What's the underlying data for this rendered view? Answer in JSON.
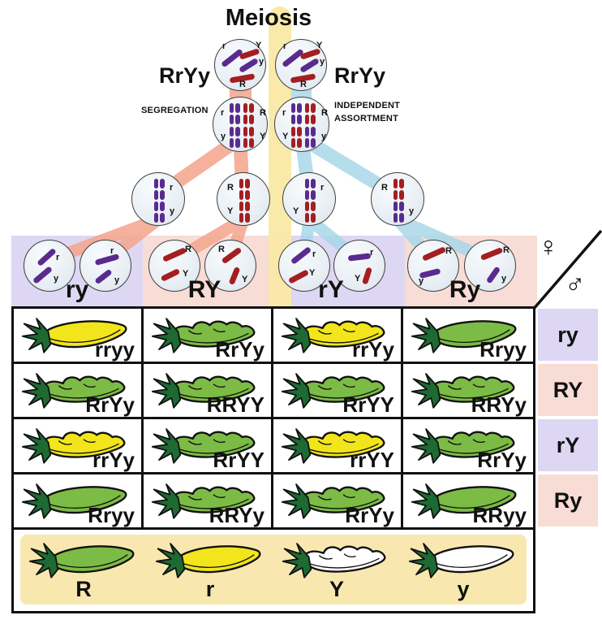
{
  "title": "Meiosis",
  "parents": {
    "left_label": "RrYy",
    "right_label": "RrYy"
  },
  "process": {
    "segregation": "SEGREGATION",
    "independent_line1": "INDEPENDENT",
    "independent_line2": "ASSORTMENT"
  },
  "axis": {
    "female_symbol": "♀",
    "male_symbol": "♂"
  },
  "colors": {
    "purple": "#592b8e",
    "red": "#a41e22",
    "lavender": "#ddd7f3",
    "pink": "#f8dcd6",
    "yellow_band": "#fae9a5",
    "salmon": "#f4a78f",
    "blue": "#a9d8e8",
    "legend_bg": "#f8e8af",
    "pea_green": "#7cbb45",
    "pod_yellow": "#f2e51c",
    "pod_white": "#ffffff",
    "leaf_green": "#1d6a33"
  },
  "parent_cell": {
    "alleles": [
      "r",
      "Y",
      "y",
      "R"
    ]
  },
  "segregation_cells": [
    {
      "slots": [
        "r",
        "R",
        "y",
        "Y"
      ]
    },
    {
      "slots": [
        "r",
        "R",
        "Y",
        "y"
      ]
    }
  ],
  "dyad_cells": [
    {
      "top": "r",
      "bottom": "y",
      "top_side": "right",
      "bottom_side": "right"
    },
    {
      "top": "R",
      "bottom": "Y",
      "top_side": "left",
      "bottom_side": "left"
    },
    {
      "top": "r",
      "bottom": "Y",
      "top_side": "right",
      "bottom_side": "left"
    },
    {
      "top": "R",
      "bottom": "y",
      "top_side": "left",
      "bottom_side": "right"
    }
  ],
  "gametes": {
    "groups": [
      {
        "label": "ry",
        "band": "lavender",
        "cell_alleles": [
          [
            "r",
            "y"
          ],
          [
            "r",
            "y"
          ]
        ]
      },
      {
        "label": "RY",
        "band": "pink",
        "cell_alleles": [
          [
            "R",
            "Y"
          ],
          [
            "R",
            "Y"
          ]
        ]
      },
      {
        "label": "rY",
        "band": "lavender",
        "cell_alleles": [
          [
            "r",
            "Y"
          ],
          [
            "r",
            "Y"
          ]
        ]
      },
      {
        "label": "Ry",
        "band": "pink",
        "cell_alleles": [
          [
            "R",
            "y"
          ],
          [
            "R",
            "y"
          ]
        ]
      }
    ]
  },
  "punnett": {
    "row_headers": [
      {
        "label": "ry",
        "band": "lavender"
      },
      {
        "label": "RY",
        "band": "pink"
      },
      {
        "label": "rY",
        "band": "lavender"
      },
      {
        "label": "Ry",
        "band": "pink"
      }
    ],
    "rows": [
      [
        {
          "genotype": "rryy",
          "pod_color": "yellow",
          "pod_shape": "smooth"
        },
        {
          "genotype": "RrYy",
          "pod_color": "green",
          "pod_shape": "bumpy"
        },
        {
          "genotype": "rrYy",
          "pod_color": "yellow",
          "pod_shape": "bumpy"
        },
        {
          "genotype": "Rryy",
          "pod_color": "green",
          "pod_shape": "smooth"
        }
      ],
      [
        {
          "genotype": "RrYy",
          "pod_color": "green",
          "pod_shape": "bumpy"
        },
        {
          "genotype": "RRYY",
          "pod_color": "green",
          "pod_shape": "bumpy"
        },
        {
          "genotype": "RrYY",
          "pod_color": "green",
          "pod_shape": "bumpy"
        },
        {
          "genotype": "RRYy",
          "pod_color": "green",
          "pod_shape": "bumpy"
        }
      ],
      [
        {
          "genotype": "rrYy",
          "pod_color": "yellow",
          "pod_shape": "bumpy"
        },
        {
          "genotype": "RrYY",
          "pod_color": "green",
          "pod_shape": "bumpy"
        },
        {
          "genotype": "rrYY",
          "pod_color": "yellow",
          "pod_shape": "bumpy"
        },
        {
          "genotype": "RrYy",
          "pod_color": "green",
          "pod_shape": "bumpy"
        }
      ],
      [
        {
          "genotype": "Rryy",
          "pod_color": "green",
          "pod_shape": "smooth"
        },
        {
          "genotype": "RRYy",
          "pod_color": "green",
          "pod_shape": "bumpy"
        },
        {
          "genotype": "RrYy",
          "pod_color": "green",
          "pod_shape": "bumpy"
        },
        {
          "genotype": "RRyy",
          "pod_color": "green",
          "pod_shape": "smooth"
        }
      ]
    ]
  },
  "legend": {
    "items": [
      {
        "label": "R",
        "pod_color": "green",
        "pod_shape": "smooth"
      },
      {
        "label": "r",
        "pod_color": "yellow",
        "pod_shape": "smooth"
      },
      {
        "label": "Y",
        "pod_color": "white",
        "pod_shape": "bumpy"
      },
      {
        "label": "y",
        "pod_color": "white",
        "pod_shape": "smooth"
      }
    ]
  }
}
